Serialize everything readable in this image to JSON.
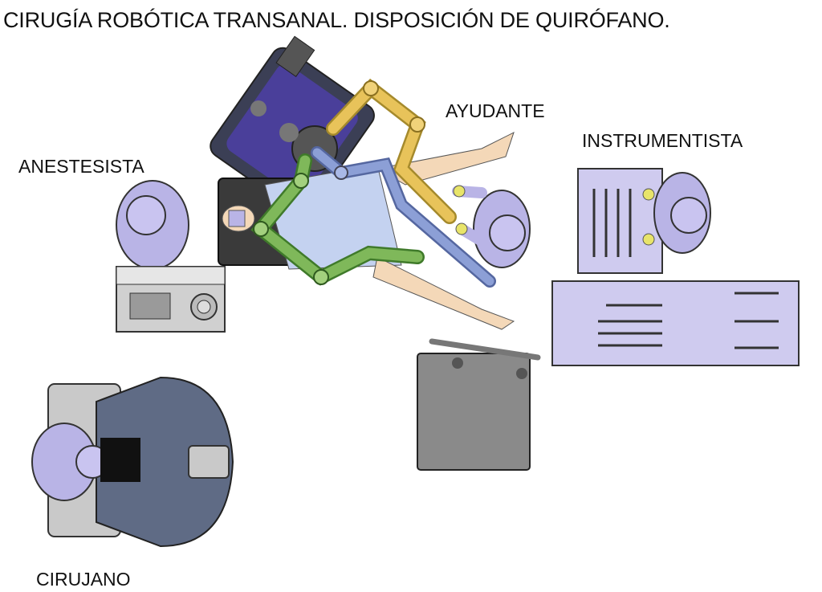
{
  "title": "CIRUGÍA ROBÓTICA TRANSANAL. DISPOSICIÓN DE QUIRÓFANO.",
  "labels": {
    "anesthetist": "ANESTESISTA",
    "assistant": "AYUDANTE",
    "scrub_nurse": "INSTRUMENTISTA",
    "surgeon": "CIRUJANO"
  },
  "colors": {
    "staff": "#b9b4e6",
    "robot_arm_yellow": "#e8c35a",
    "robot_arm_green": "#7fb85a",
    "robot_arm_blue": "#8c9fd6",
    "console": "#5f6b85",
    "equipment": "#bdbdbd",
    "tray": "#cfcbef",
    "skin": "#f4d8b8"
  }
}
